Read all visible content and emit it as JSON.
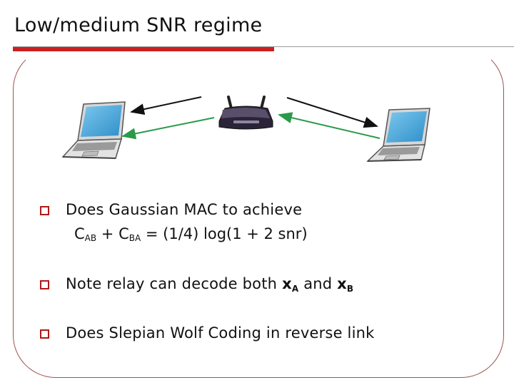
{
  "slide": {
    "title": "Low/medium SNR regime",
    "accent_color": "#cc2020",
    "bullets": [
      {
        "text": "Does Gaussian MAC to achieve"
      },
      {
        "text_before": "Note relay can decode both ",
        "var1": "x",
        "sub1": "A",
        "text_mid": " and ",
        "var2": "x",
        "sub2": "B"
      },
      {
        "text": "Does Slepian Wolf Coding in reverse link"
      }
    ],
    "formula": {
      "c1": "C",
      "sub1": "AB",
      "plus": " + ",
      "c2": "C",
      "sub2": "BA",
      "rest": " =  (1/4) log(1 + 2 snr)"
    },
    "diagram": {
      "left_node": "laptop-icon",
      "center_node": "wireless-router-icon",
      "right_node": "laptop-icon",
      "uplink_color": "#111111",
      "downlink_color": "#2a9a4a"
    }
  }
}
